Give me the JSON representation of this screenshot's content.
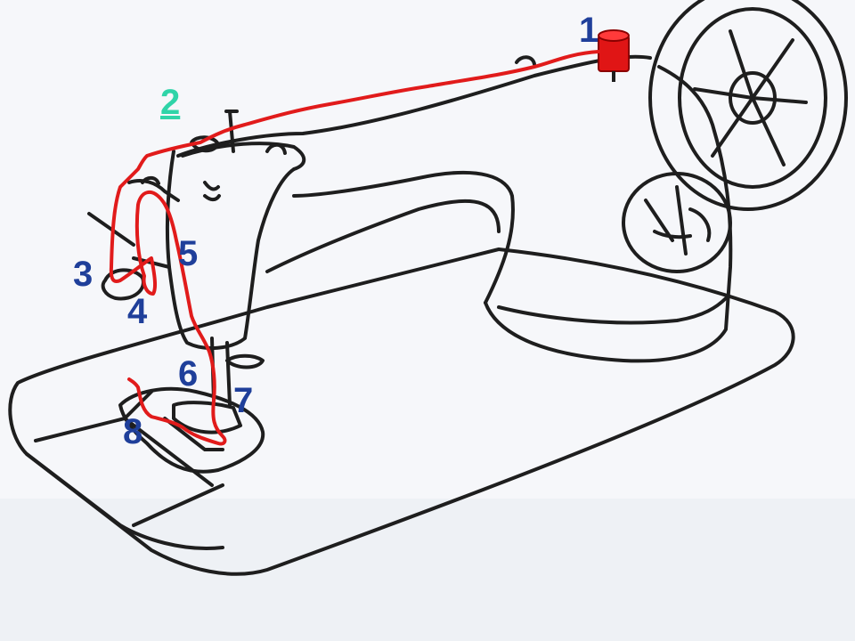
{
  "diagram": {
    "colors": {
      "ink": "#1e1e1e",
      "thread": "#e11b1b",
      "spool": "#e01515",
      "label_primary": "#1f3f9a",
      "label_accent": "#2fd4a8"
    },
    "labels": [
      {
        "id": "1",
        "text": "1",
        "style": "primary"
      },
      {
        "id": "2",
        "text": "2",
        "style": "accent"
      },
      {
        "id": "3",
        "text": "3",
        "style": "primary"
      },
      {
        "id": "4",
        "text": "4",
        "style": "primary"
      },
      {
        "id": "5",
        "text": "5",
        "style": "primary"
      },
      {
        "id": "6",
        "text": "6",
        "style": "primary"
      },
      {
        "id": "7",
        "text": "7",
        "style": "primary"
      },
      {
        "id": "8",
        "text": "8",
        "style": "primary"
      }
    ]
  }
}
